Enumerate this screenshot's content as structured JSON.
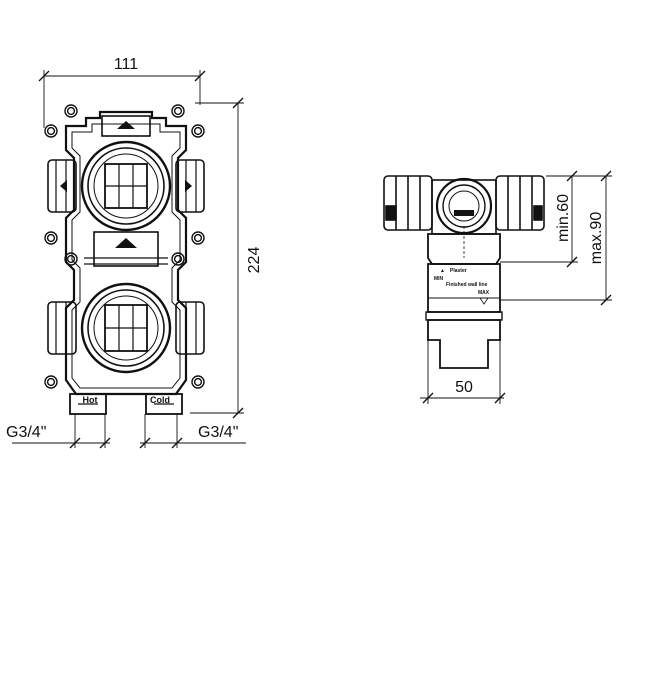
{
  "front_view": {
    "width_dim": "111",
    "height_dim": "224",
    "thread_left": "G3/4\"",
    "thread_right": "G3/4\"",
    "inlet_hot": "Hot",
    "inlet_cold": "Cold"
  },
  "side_view": {
    "width_dim": "50",
    "min_depth": "min.60",
    "max_depth": "max.90",
    "plaster_label": "Plaster",
    "finished_label": "Finished wall line",
    "min_label": "MIN",
    "max_label": "MAX"
  }
}
